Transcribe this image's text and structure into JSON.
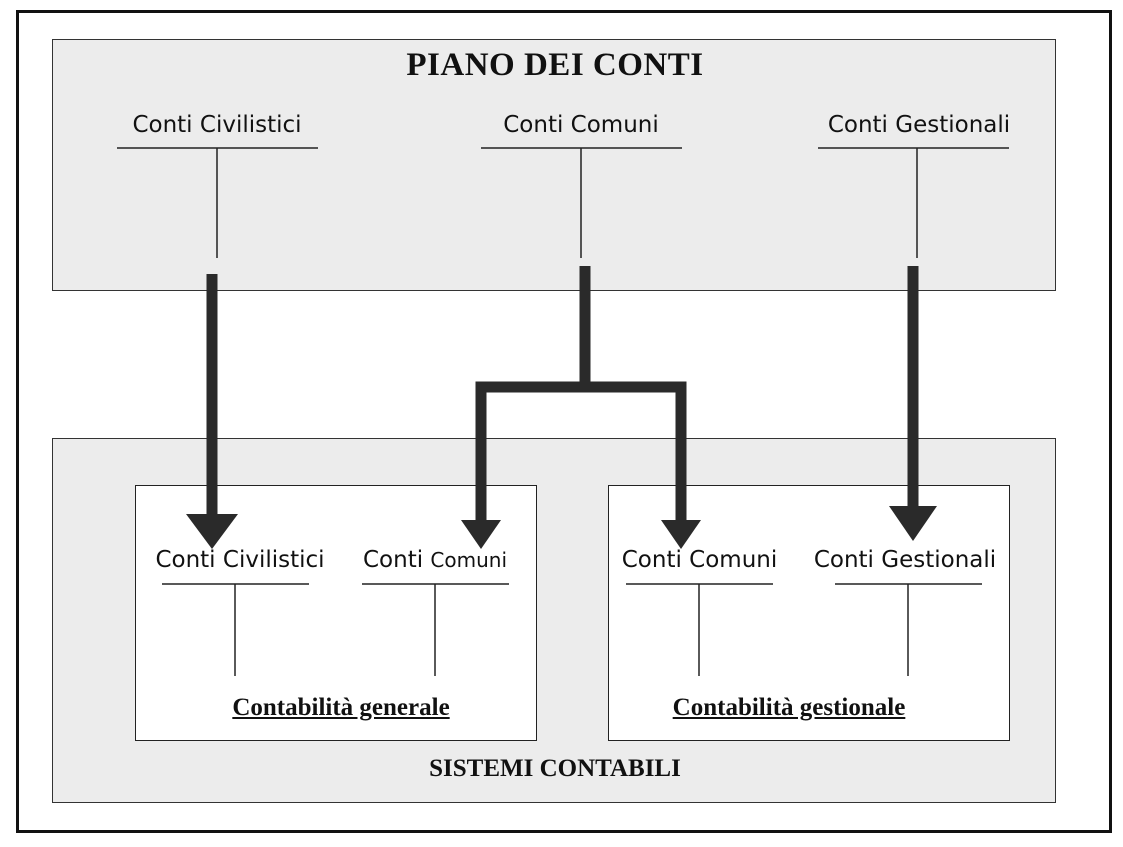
{
  "diagram": {
    "top": {
      "title": "PIANO DEI CONTI",
      "accounts": [
        "Conti Civilistici",
        "Conti Comuni",
        "Conti Gestionali"
      ]
    },
    "bottom": {
      "title": "SISTEMI CONTABILI",
      "generale": {
        "label": "Contabilità generale",
        "accounts": [
          "Conti Civilistici",
          "Conti",
          "Comuni"
        ]
      },
      "gestionale": {
        "label": "Contabilità gestionale",
        "accounts": [
          "Conti Comuni",
          "Conti Gestionali"
        ]
      }
    },
    "colors": {
      "panel_fill": "#ececec",
      "box_fill": "#ffffff",
      "arrow": "#2a2a2a",
      "border": "#111111"
    }
  }
}
